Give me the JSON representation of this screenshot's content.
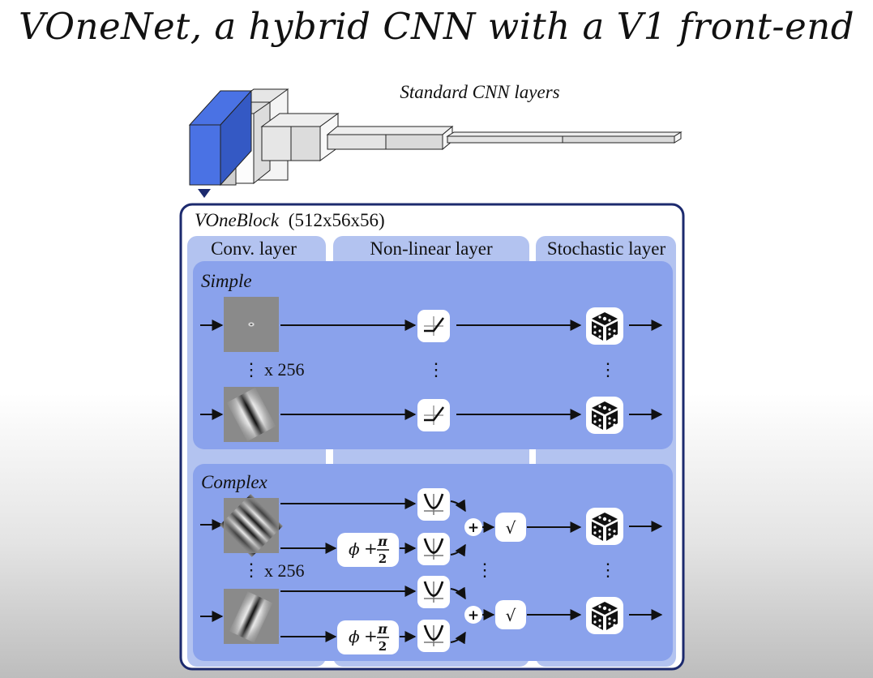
{
  "title": "VOneNet, a hybrid CNN with a V1 front-end",
  "cnn": {
    "label": "Standard CNN layers"
  },
  "block": {
    "name": "VOneBlock",
    "dims": "(512x56x56)",
    "columns": [
      "Conv. layer",
      "Non-linear layer",
      "Stochastic layer"
    ],
    "simple_label": "Simple",
    "complex_label": "Complex",
    "multiplier": "x 256",
    "phase_shift": {
      "phi": "ϕ",
      "plus": "+",
      "pi": "π",
      "two": "2"
    },
    "sum_symbol": "+",
    "sqrt_symbol": "√"
  },
  "colors": {
    "panel_border": "#1c2a6e",
    "column_bg": "#b3c3f0",
    "row_bg": "#8aa2ec",
    "cnn_blue": "#4a72e4"
  },
  "icons": [
    "relu-icon",
    "square-icon",
    "dice-icon",
    "gabor-filter-icon"
  ]
}
